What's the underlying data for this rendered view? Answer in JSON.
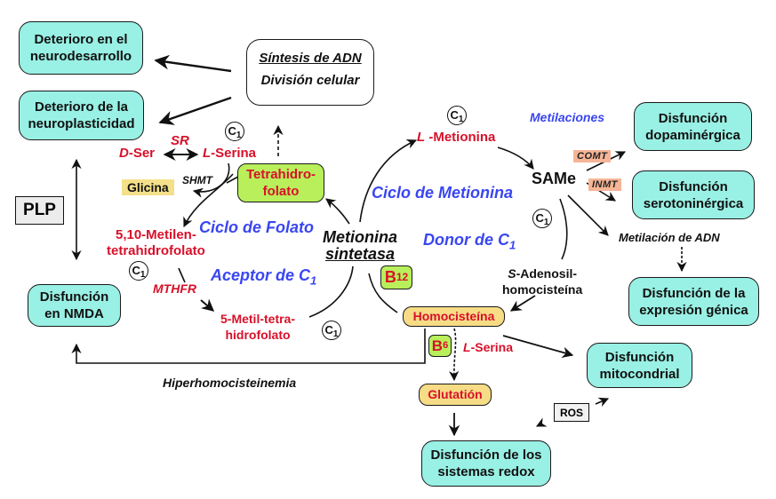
{
  "diagram": {
    "outcomes": {
      "neurodesarrollo": "Deterioro en el neurodesarrollo",
      "neuroplasticidad": "Deterioro de la neuroplasticidad",
      "nmda": "Disfunción en NMDA",
      "dopaminergica": "Disfunción dopaminérgica",
      "serotoninergica": "Disfunción serotoninérgica",
      "expresion_genica": "Disfunción de la expresión génica",
      "mitocondrial": "Disfunción mitocondrial",
      "redox": "Disfunción de los sistemas redox"
    },
    "outcomes_lines": {
      "neurodesarrollo": [
        "Deterioro en el",
        "neurodesarrollo"
      ],
      "neuroplasticidad": [
        "Deterioro de la",
        "neuroplasticidad"
      ],
      "nmda": [
        "Disfunción",
        "en NMDA"
      ],
      "dopaminergica": [
        "Disfunción",
        "dopaminérgica"
      ],
      "serotoninergica": [
        "Disfunción",
        "serotoninérgica"
      ],
      "expresion_genica": [
        "Disfunción de la",
        "expresión génica"
      ],
      "mitocondrial": [
        "Disfunción",
        "mitocondrial"
      ],
      "redox": [
        "Disfunción de los",
        "sistemas redox"
      ]
    },
    "adn_box": {
      "line1": "Síntesis de ADN",
      "line2": "División celular"
    },
    "cofactors": {
      "plp": "PLP",
      "b12": "B",
      "b12_sub": "12",
      "b6": "B",
      "b6_sub": "6",
      "ros": "ROS"
    },
    "c1_label": "C",
    "c1_sub": "1",
    "folate_cycle": {
      "title": "Ciclo de Folato",
      "acceptor": "Aceptor de C",
      "acceptor_sub": "1",
      "tetrahidrofolato": [
        "Tetrahidro-",
        "folato"
      ],
      "metilen": [
        "5,10-Metilen-",
        "tetrahidrofolato"
      ],
      "metil": [
        "5-Metil-tetra-",
        "hidrofolato"
      ],
      "mthfr": "MTHFR",
      "shmt": "SHMT",
      "sr": "SR",
      "d_ser_prefix": "D",
      "d_ser_rest": "-Ser",
      "l_serina_prefix": "L",
      "l_serina_rest": "-Serina",
      "glicina": "Glicina"
    },
    "center": {
      "line1": "Metionina",
      "line2": "sintetasa"
    },
    "methionine_cycle": {
      "title": "Ciclo de Metionina",
      "donor": "Donor de C",
      "donor_sub": "1",
      "l_metionina_prefix": "L",
      "l_metionina_rest": "-Metionina",
      "same": "SAMe",
      "metilaciones": "Metilaciones",
      "comt": "COMT",
      "inmt": "INMT",
      "metilacion_adn": "Metilación de ADN",
      "sah_prefix": "S",
      "sah_line1_rest": "-Adenosil-",
      "sah_line2": "homocisteína",
      "homocisteina": "Homocisteína",
      "glutation": "Glutatión",
      "l_serina2_prefix": "L",
      "l_serina2_rest": "-Serina"
    },
    "hiperhomocisteinemia": "Hiperhomocisteinemia",
    "colors": {
      "outcome_fill": "#99f0e4",
      "tetrahidrofolato_fill": "#b8ef5a",
      "homocisteina_fill": "#f7dc86",
      "glicina_fill": "#f4e08a",
      "enzyme_fill": "#f5b596",
      "metabolite_red": "#d8102a",
      "cycle_blue": "#3a46f0"
    }
  }
}
